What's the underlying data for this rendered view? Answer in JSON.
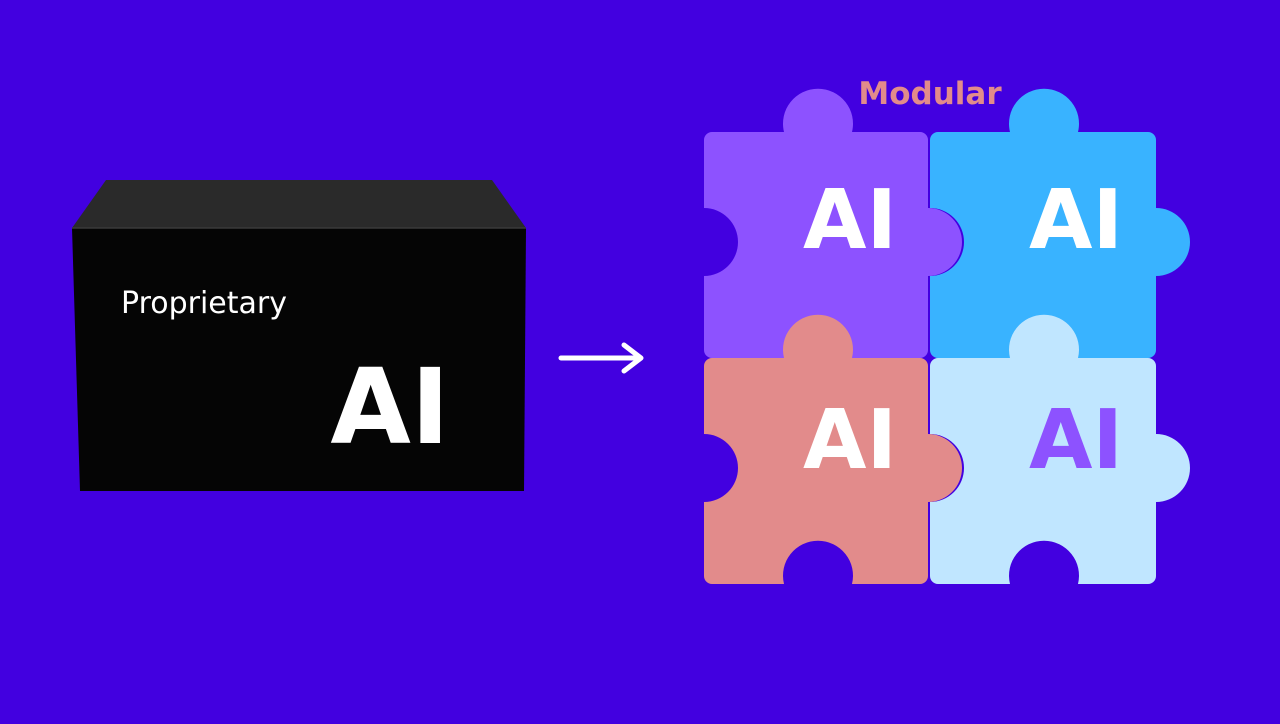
{
  "box": {
    "caption": "Proprietary",
    "label": "AI"
  },
  "arrow": {
    "direction": "right"
  },
  "modular": {
    "heading": "Modular",
    "pieces": [
      {
        "label": "AI",
        "fill": "#8d52ff",
        "text_color": "#ffffff"
      },
      {
        "label": "AI",
        "fill": "#39b3ff",
        "text_color": "#ffffff"
      },
      {
        "label": "AI",
        "fill": "#e28b8b",
        "text_color": "#ffffff"
      },
      {
        "label": "AI",
        "fill": "#c0e6ff",
        "text_color": "#8d52ff"
      }
    ]
  },
  "colors": {
    "background": "#4200e0",
    "box": "#000000",
    "heading": "#e28b8b",
    "arrow": "#ffffff"
  }
}
